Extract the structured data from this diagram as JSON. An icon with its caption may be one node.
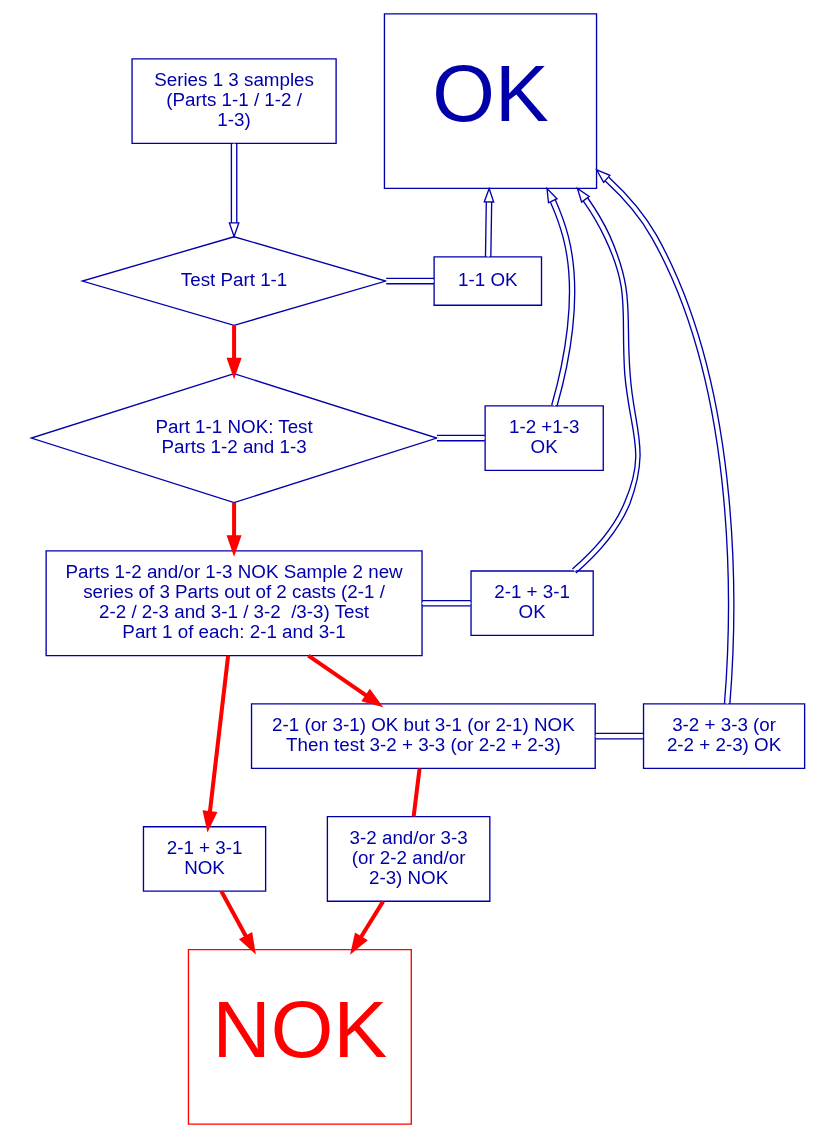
{
  "diagram": {
    "nodes": [
      {
        "text": [
          "Series 1 3 samples (Parts 1-1 / 1-2 / 1-3)"
        ]
      },
      {
        "text": [
          "OK"
        ]
      },
      {
        "text": [
          "Test Part 1-1"
        ]
      },
      {
        "text": [
          "1-1 OK"
        ]
      },
      {
        "text": [
          "Part 1-1 NOK: Test Parts 1-2 and 1-3"
        ]
      },
      {
        "text": [
          "1-2 +1-3 OK"
        ]
      },
      {
        "text": [
          "Parts 1-2 and/or 1-3 NOK Sample 2 new series of 3 Parts out of 2 casts (2-1 / 2-2 / 2-3 and 3-1 / 3-2  /3-3) Test Part 1 of each: 2-1 and 3-1"
        ]
      },
      {
        "text": [
          "2-1 + 3-1 OK"
        ]
      },
      {
        "text": [
          "2-1 + 3-1 NOK"
        ]
      },
      {
        "text": [
          "2-1 (or 3-1) OK but 3-1 (or 2-1) NOK Then test 3-2 + 3-3 (or 2-2 + 2-3)"
        ]
      },
      {
        "text": [
          "3-2 + 3-3 (or 2-2 + 2-3) OK"
        ]
      },
      {
        "text": [
          "3-2 and/or 3-3 (or 2-2 and/or 2-3) NOK"
        ]
      },
      {
        "text": [
          "NOK"
        ]
      }
    ],
    "edges": [
      {
        "from": 0,
        "to": 2,
        "arrow": "to"
      },
      {
        "from": 2,
        "to": 3,
        "arrow": "none"
      },
      {
        "from": 3,
        "to": 1,
        "arrow": "to"
      },
      {
        "from": 2,
        "to": 4,
        "arrow": "to",
        "color": "#ff0000",
        "style": "thick"
      },
      {
        "from": 4,
        "to": 5,
        "arrow": "none"
      },
      {
        "from": 5,
        "to": 1,
        "arrow": "to"
      },
      {
        "from": 4,
        "to": 6,
        "arrow": "to",
        "color": "#ff0000",
        "style": "thick"
      },
      {
        "from": 6,
        "to": 7,
        "arrow": "none"
      },
      {
        "from": 7,
        "to": 1,
        "arrow": "to"
      },
      {
        "from": 6,
        "to": 8,
        "arrow": "to",
        "color": "#ff0000",
        "style": "thick"
      },
      {
        "from": 6,
        "to": 9,
        "arrow": "to",
        "color": "#ff0000",
        "style": "thick"
      },
      {
        "from": 9,
        "to": 10,
        "arrow": "none"
      },
      {
        "from": 10,
        "to": 1,
        "arrow": "to"
      },
      {
        "from": 9,
        "to": 11,
        "arrow": "none",
        "color": "#ff0000",
        "style": "thick"
      },
      {
        "from": 8,
        "to": 12,
        "arrow": "to",
        "color": "#ff0000",
        "style": "thick"
      },
      {
        "from": 11,
        "to": 12,
        "arrow": "to",
        "color": "#ff0000",
        "style": "thick"
      }
    ]
  }
}
